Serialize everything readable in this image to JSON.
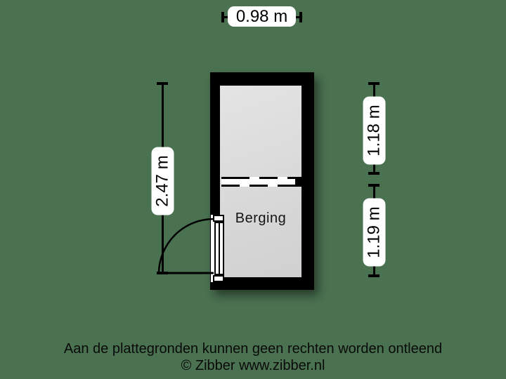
{
  "colors": {
    "bg": "#4a7150",
    "wall": "#000000",
    "floor_light": "#e4e4e4",
    "floor_dark": "#d0d0d0",
    "pill": "#ffffff",
    "ink": "#000000"
  },
  "plan": {
    "room_label": "Berging"
  },
  "dimensions": {
    "top_width": "0.98 m",
    "left_height": "2.47 m",
    "right_upper": "1.18 m",
    "right_lower": "1.19 m"
  },
  "footer": {
    "disclaimer": "Aan de plattegronden kunnen geen rechten worden ontleend",
    "copyright": "© Zibber www.zibber.nl"
  }
}
